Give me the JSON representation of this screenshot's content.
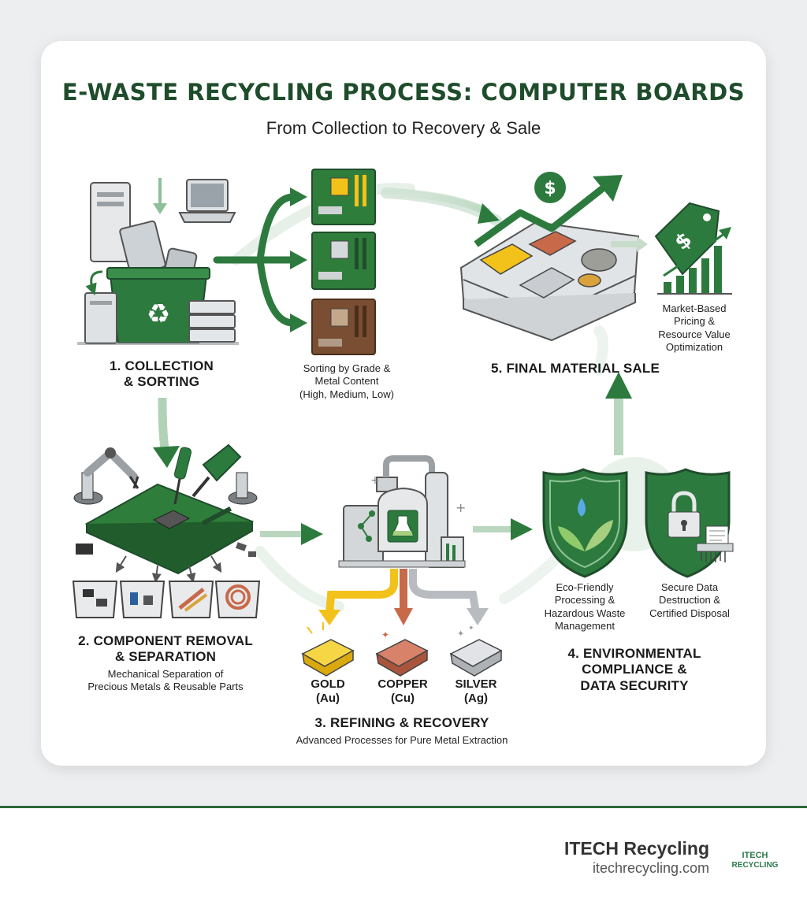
{
  "header": {
    "title": "E-WASTE RECYCLING PROCESS: COMPUTER BOARDS",
    "subtitle": "From Collection to Recovery & Sale"
  },
  "steps": {
    "collection": {
      "line1": "1. COLLECTION",
      "line2": "& SORTING"
    },
    "sorting_note": {
      "line1": "Sorting by Grade &",
      "line2": "Metal Content",
      "line3": "(High, Medium, Low)"
    },
    "sale": {
      "title": "5. FINAL MATERIAL SALE"
    },
    "market_note": {
      "line1": "Market-Based",
      "line2": "Pricing &",
      "line3": "Resource Value",
      "line4": "Optimization"
    },
    "removal": {
      "line1": "2. COMPONENT REMOVAL",
      "line2": "& SEPARATION",
      "note1": "Mechanical Separation of",
      "note2": "Precious Metals & Reusable Parts"
    },
    "refining": {
      "title": "3. REFINING & RECOVERY",
      "note": "Advanced Processes for Pure Metal Extraction"
    },
    "environment": {
      "line1": "4. ENVIRONMENTAL",
      "line2": "COMPLIANCE &",
      "line3": "DATA SECURITY"
    },
    "eco_note": {
      "line1": "Eco-Friendly",
      "line2": "Processing &",
      "line3": "Hazardous Waste",
      "line4": "Management"
    },
    "data_note": {
      "line1": "Secure Data",
      "line2": "Destruction &",
      "line3": "Certified Disposal"
    }
  },
  "metals": {
    "gold": {
      "name": "GOLD",
      "symbol": "(Au)",
      "color": "#f2c21b"
    },
    "copper": {
      "name": "COPPER",
      "symbol": "(Cu)",
      "color": "#c8694a"
    },
    "silver": {
      "name": "SILVER",
      "symbol": "(Ag)",
      "color": "#c9ccd0"
    }
  },
  "icons": {
    "dollar_coin": "$",
    "price_tag": "$"
  },
  "colors": {
    "primary_green": "#2d7a3e",
    "dark_green": "#1f4d2c",
    "pcb_green": "#2f7d3a",
    "pcb_brown": "#7a4e32",
    "arrow_gold": "#f2c21b",
    "arrow_copper": "#c8694a",
    "arrow_silver": "#b8bcc0"
  },
  "footer": {
    "brand": "ITECH Recycling",
    "url": "itechrecycling.com",
    "logo_line1": "ITECH",
    "logo_line2": "RECYCLING"
  }
}
